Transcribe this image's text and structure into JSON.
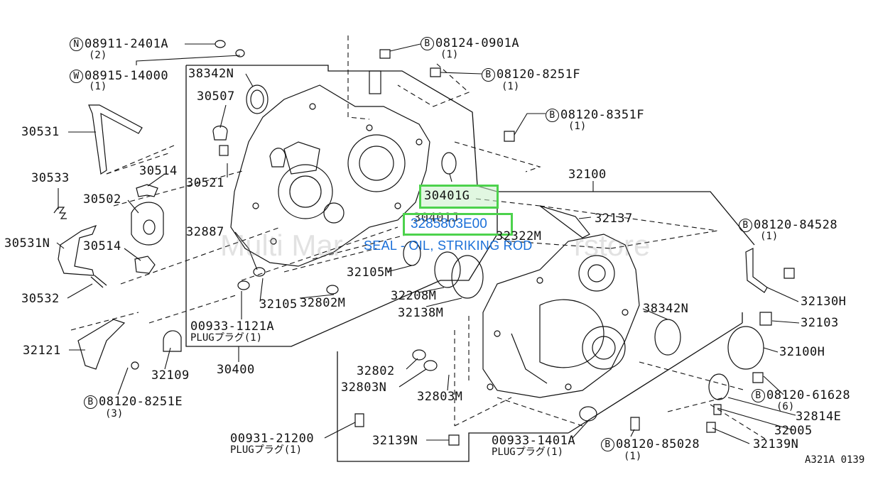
{
  "watermark_left": "Multi Mar",
  "watermark_right": "rstore",
  "diagram_code": "A321A 0139",
  "highlight": {
    "label_top": "30401G",
    "label_mid": "3285803E00",
    "description": "SEAL - OIL, STRIKING ROD"
  },
  "callouts": {
    "n_part": "08911-2401A",
    "n_qty": "(2)",
    "n_prefix": "N",
    "w_part": "08915-14000",
    "w_qty": "(1)",
    "w_prefix": "W",
    "b1_part": "08124-0901A",
    "b1_qty": "(1)",
    "b2_part": "08120-8251F",
    "b2_qty": "(1)",
    "b3_part": "08120-8351F",
    "b3_qty": "(1)",
    "b4_part": "08120-84528",
    "b4_qty": "(1)",
    "b5_part": "08120-61628",
    "b5_qty": "(6)",
    "b6_part": "08120-85028",
    "b6_qty": "(1)",
    "b7_part": "08120-8251E",
    "b7_qty": "(3)",
    "b_prefix": "B",
    "p38342n_a": "38342N",
    "p30507": "30507",
    "p30531": "30531",
    "p30533": "30533",
    "p30514_a": "30514",
    "p30502": "30502",
    "p30521": "30521",
    "p30531n": "30531N",
    "p30514_b": "30514",
    "p30532": "30532",
    "p32887": "32887",
    "p30401j": "30401J",
    "p32322m": "32322M",
    "p32100": "32100",
    "p32137": "32137",
    "p32105m": "32105M",
    "p32105": "32105",
    "p32802m": "32802M",
    "p32208m": "32208M",
    "p32138m": "32138M",
    "p38342n_b": "38342N",
    "p32130h": "32130H",
    "p32103": "32103",
    "p32100h": "32100H",
    "p32121": "32121",
    "p32109": "32109",
    "p30400": "30400",
    "plug1_part": "00933-1121A",
    "plug1_text": "PLUGプラグ(1)",
    "p32802": "32802",
    "p32803n": "32803N",
    "p32803m": "32803M",
    "p32814e": "32814E",
    "p32005": "32005",
    "plug2_part": "00931-21200",
    "plug2_text": "PLUGプラグ(1)",
    "p32139n_a": "32139N",
    "plug3_part": "00933-1401A",
    "plug3_text": "PLUGプラグ(1)",
    "p32139n_b": "32139N"
  }
}
